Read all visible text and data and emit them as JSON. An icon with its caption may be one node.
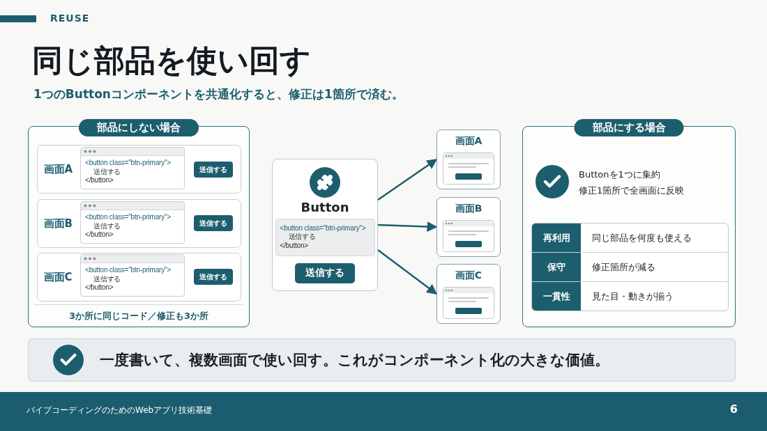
{
  "diagram": {
    "title": "同じ部品を使い回す",
    "nodes": [
      {
        "text": [
          "部品にしない場合",
          "3か所に同じコード／修正も3か所"
        ]
      },
      {
        "text": [
          "画面A"
        ],
        "in": 0
      },
      {
        "text": [
          "<button class=\"btn-primary\">",
          "送信する",
          "</button>"
        ],
        "in": 1
      },
      {
        "text": [
          "送信する"
        ],
        "in": 1
      },
      {
        "text": [
          "画面B"
        ],
        "in": 0
      },
      {
        "text": [
          "<button class=\"btn-primary\">",
          "送信する",
          "</button>"
        ],
        "in": 4
      },
      {
        "text": [
          "送信する"
        ],
        "in": 4
      },
      {
        "text": [
          "画面C"
        ],
        "in": 0
      },
      {
        "text": [
          "<button class=\"btn-primary\">",
          "送信する",
          "</button>"
        ],
        "in": 7
      },
      {
        "text": [
          "送信する"
        ],
        "in": 7
      },
      {
        "text": [
          "Button"
        ]
      },
      {
        "text": [
          "<button class=\"btn-primary\">",
          "送信する",
          "</button>"
        ],
        "in": 10
      },
      {
        "text": [
          "送信する"
        ],
        "in": 10
      },
      {
        "text": [
          "画面A"
        ]
      },
      {
        "text": [
          "画面B"
        ]
      },
      {
        "text": [
          "画面C"
        ]
      },
      {
        "text": [
          "部品にする場合",
          "Buttonを1つに集約",
          "修正1箇所で全画面に反映"
        ]
      },
      {
        "text": [
          "一度書いて、複数画面で使い回す。これがコンポーネント化の大きな価値。"
        ]
      }
    ],
    "edges": [
      {
        "from": 10,
        "to": 13,
        "arrow": "to"
      },
      {
        "from": 10,
        "to": 14,
        "arrow": "to"
      },
      {
        "from": 10,
        "to": 15,
        "arrow": "to"
      }
    ],
    "labels": [
      "REUSE",
      "1つのButtonコンポーネントを共通化すると、修正は1箇所で済む。",
      "再利用",
      "同じ部品を何度も使える",
      "保守",
      "修正箇所が減る",
      "一貫性",
      "見た目・動きが揃う",
      "バイブコーディングのためのWebアプリ技術基礎",
      "6"
    ]
  }
}
